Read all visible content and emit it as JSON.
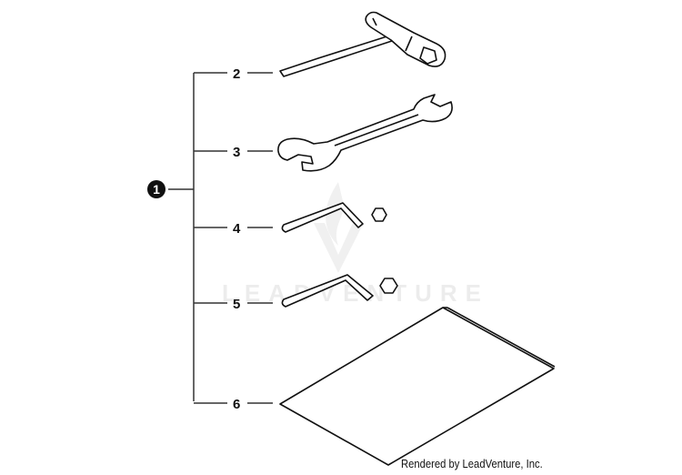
{
  "diagram": {
    "assembly_callout": "1",
    "callouts": [
      {
        "label": "2",
        "part": "t-socket-wrench"
      },
      {
        "label": "3",
        "part": "open-end-wrench"
      },
      {
        "label": "4",
        "part": "hex-key-small"
      },
      {
        "label": "5",
        "part": "hex-key-large"
      },
      {
        "label": "6",
        "part": "manual-sheet"
      }
    ],
    "watermark": "LEADVENTURE",
    "credit": "Rendered by LeadVenture, Inc."
  }
}
